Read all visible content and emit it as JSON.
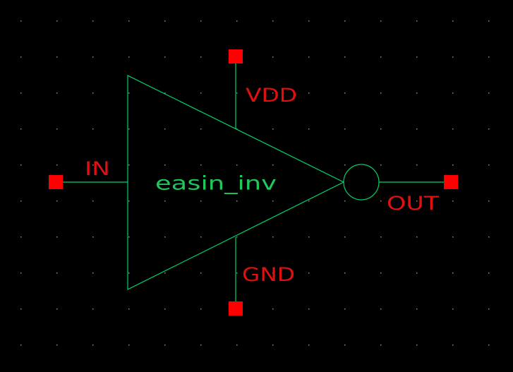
{
  "colors": {
    "background": "#000000",
    "grid_dot": "#8a8a8a",
    "wire": "#00d26a",
    "pin": "#ff0000",
    "pin_label": "#e01010",
    "cell_label": "#1ec85a"
  },
  "symbol": {
    "type": "inverter",
    "name": "easin_inv"
  },
  "pins": {
    "in": {
      "label": "IN",
      "direction": "input"
    },
    "out": {
      "label": "OUT",
      "direction": "output"
    },
    "vdd": {
      "label": "VDD",
      "direction": "supply"
    },
    "gnd": {
      "label": "GND",
      "direction": "ground"
    }
  }
}
